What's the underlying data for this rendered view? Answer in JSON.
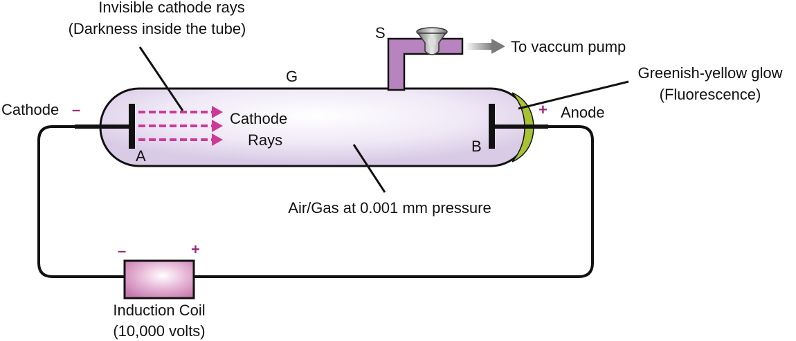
{
  "labels": {
    "invisible_rays_line1": "Invisible cathode rays",
    "invisible_rays_line2": "(Darkness inside the tube)",
    "stopcock": "S",
    "vacuum_pump": "To vaccum pump",
    "glass_tube": "G",
    "glow_line1": "Greenish-yellow glow",
    "glow_line2": "(Fluorescence)",
    "cathode": "Cathode",
    "cathode_sign": "–",
    "anode": "Anode",
    "anode_sign": "+",
    "rays_line1": "Cathode",
    "rays_line2": "Rays",
    "electrode_a": "A",
    "electrode_b": "B",
    "gas": "Air/Gas at 0.001 mm pressure",
    "coil_minus": "–",
    "coil_plus": "+",
    "coil_line1": "Induction Coil",
    "coil_line2": "(10,000 volts)"
  },
  "colors": {
    "ray_color": "#cc3a96",
    "sign_color": "#9b2a7a",
    "stopcock_pipe": "#b784bf",
    "glow_color": "#a7c232",
    "tube_fill": "#e6dcf0",
    "coil_fill": "#d898c6"
  }
}
